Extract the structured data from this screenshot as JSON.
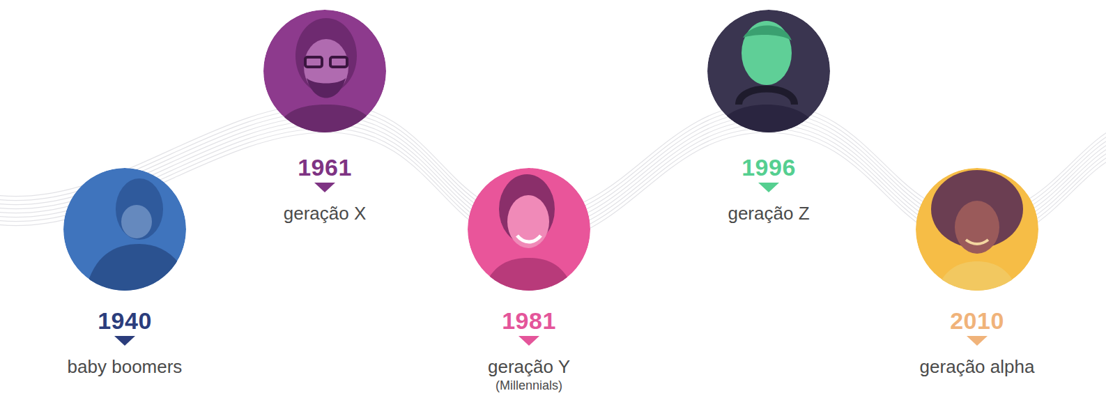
{
  "diagram": {
    "nodes": [
      {
        "text": [
          "1940",
          "baby boomers"
        ]
      },
      {
        "text": [
          "1961",
          "geração X"
        ]
      },
      {
        "text": [
          "1981",
          "geração Y",
          "(Millennials)"
        ]
      },
      {
        "text": [
          "1996",
          "geração Z"
        ]
      },
      {
        "text": [
          "2010",
          "geração alpha"
        ]
      }
    ]
  }
}
